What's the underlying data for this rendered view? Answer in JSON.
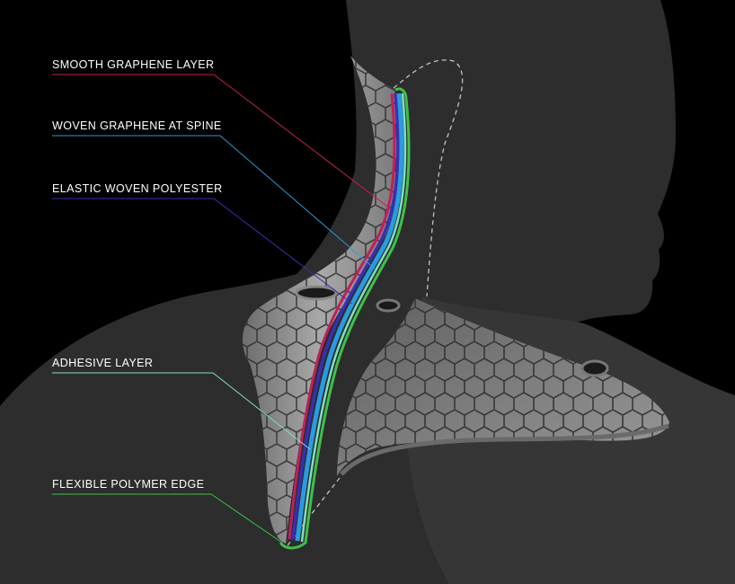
{
  "labels": [
    {
      "text": "SMOOTH GRAPHENE LAYER",
      "color": "#c0205a"
    },
    {
      "text": "WOVEN GRAPHENE AT SPINE",
      "color": "#2a9be0"
    },
    {
      "text": "ELASTIC WOVEN POLYESTER",
      "color": "#3a2fb0"
    },
    {
      "text": "ADHESIVE LAYER",
      "color": "#7fe0c0"
    },
    {
      "text": "FLEXIBLE POLYMER EDGE",
      "color": "#3fc04a"
    }
  ],
  "palette": {
    "background": "#000000",
    "silhouette": "#2e2e2e",
    "shell": "#8c8c8c",
    "shell_dark": "#555555"
  }
}
